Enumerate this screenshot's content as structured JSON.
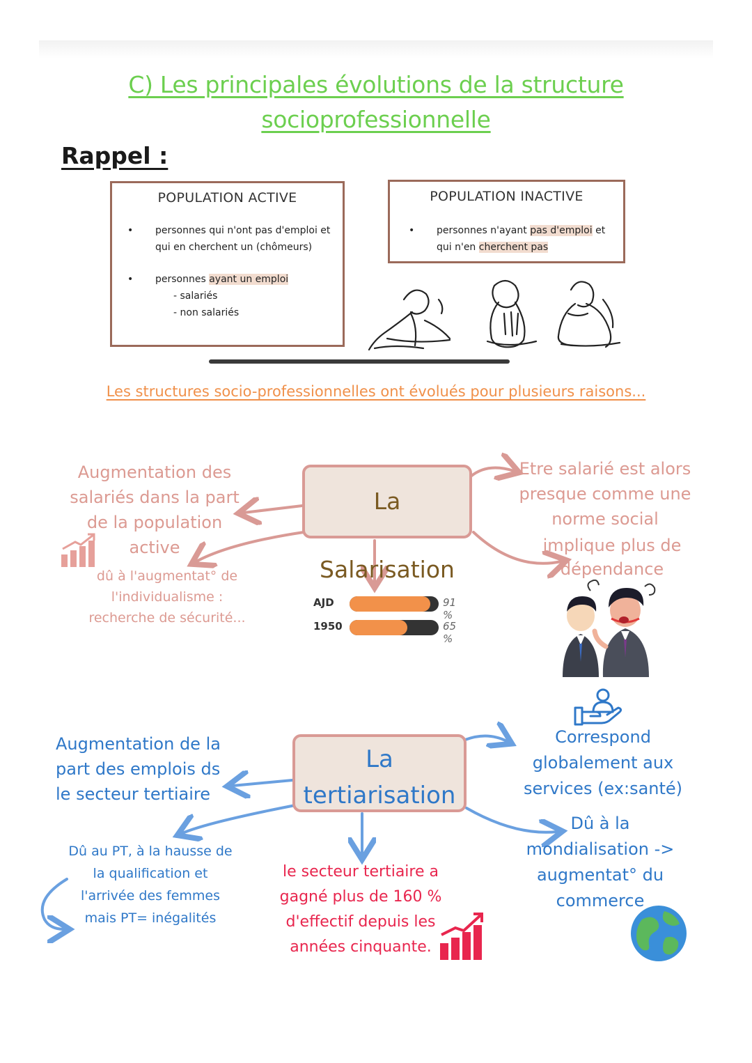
{
  "title": {
    "line1": "C) Les principales évolutions de la structure",
    "line2": "socioprofessionnelle"
  },
  "rappel": "Rappel :",
  "population_active": {
    "heading": "POPULATION ACTIVE",
    "item1": "personnes qui n'ont pas d'emploi et qui en cherchent un (chômeurs)",
    "item2_prefix": "personnes ",
    "item2_hl": "ayant un emploi",
    "sub1": "- salariés",
    "sub2": "- non salariés"
  },
  "population_inactive": {
    "heading": "POPULATION INACTIVE",
    "item1_a": "personnes n'ayant ",
    "item1_hl1": "pas d'emploi",
    "item1_b": " et qui n'en ",
    "item1_hl2": "cherchent pas"
  },
  "reasons": "Les structures socio-professionnelles ont évolués pour plusieurs raisons...",
  "salarisation": {
    "node": "La Salarisation",
    "left_l1": "Augmentation des",
    "left_l2": "salariés dans la part",
    "left_l3": "de la population",
    "left_l4": "active",
    "cause_l1": "dû à l'augmentat° de",
    "cause_l2": "l'individualisme :",
    "cause_l3": "recherche de sécurité...",
    "right_l1": "Etre salarié est alors",
    "right_l2": "presque comme une",
    "right_l3": "norme social",
    "right2_l1": "implique plus de",
    "right2_l2": "dépendance"
  },
  "chart_data": {
    "type": "bar",
    "categories": [
      "AJD",
      "1950"
    ],
    "values": [
      91,
      65
    ],
    "value_labels": [
      "91 %",
      "65 %"
    ],
    "ylim": [
      0,
      100
    ]
  },
  "tertiarisation": {
    "node_l1": "La",
    "node_l2": "tertiarisation",
    "left_l1": "Augmentation de la",
    "left_l2": "part des emplois ds",
    "left_l3": "le secteur tertiaire",
    "cause_l1": "Dû au PT, à la hausse de",
    "cause_l2": "la qualification et",
    "cause_l3": "l'arrivée des femmes",
    "cause_l4": "mais PT= inégalités",
    "mid_l1": "le secteur tertiaire a",
    "mid_l2": "gagné plus de 160 %",
    "mid_l3": "d'effectif depuis les",
    "mid_l4": "années cinquante.",
    "right_l1": "Correspond",
    "right_l2": "globalement aux",
    "right_l3": "services (ex:santé)",
    "right2_l1": "Dû à la",
    "right2_l2": "mondialisation ->",
    "right2_l3": "augmentat° du",
    "right2_l4": "commerce"
  },
  "colors": {
    "title": "#6ccf4f",
    "reasons": "#f0904a",
    "pink": "#dc9a92",
    "blue": "#2f78c8",
    "red": "#e8264e",
    "bar_fill": "#f2914a",
    "bar_track": "#333333"
  },
  "icons": [
    "bar-chart-rising-icon",
    "hand-user-icon",
    "globe-icon",
    "people-arguing-icon",
    "sketch-people-icon"
  ]
}
